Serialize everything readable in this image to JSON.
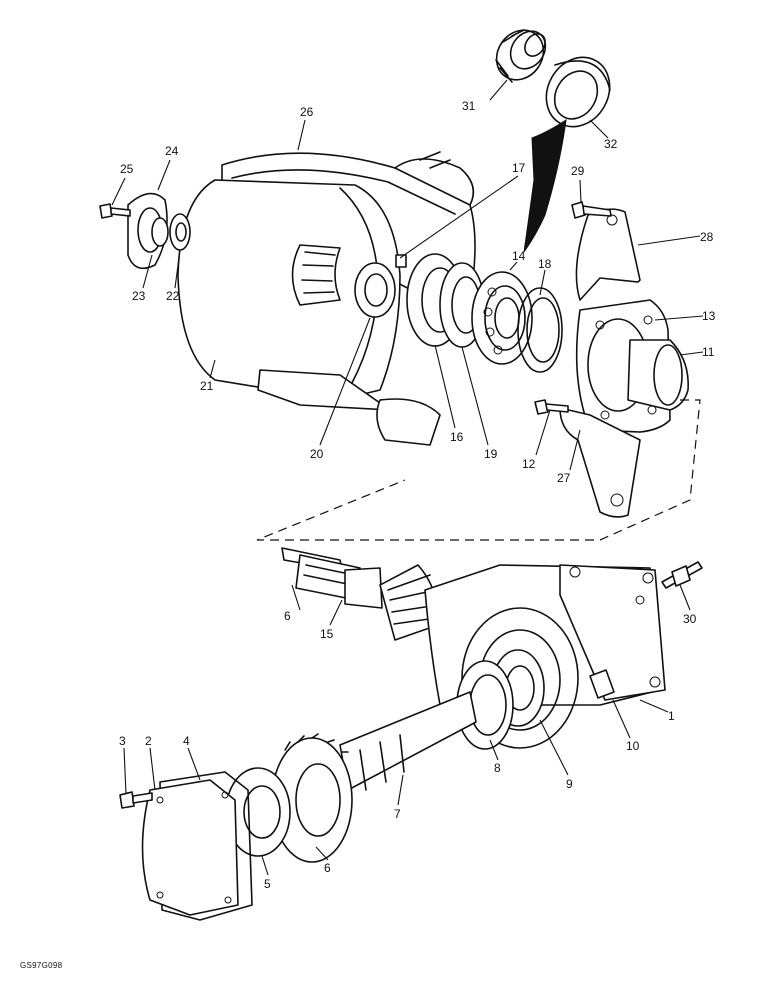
{
  "figure_ref": "GS97G098",
  "callouts": [
    {
      "label": "1"
    },
    {
      "label": "2"
    },
    {
      "label": "3"
    },
    {
      "label": "4"
    },
    {
      "label": "5"
    },
    {
      "label": "6"
    },
    {
      "label": "6"
    },
    {
      "label": "7"
    },
    {
      "label": "8"
    },
    {
      "label": "9"
    },
    {
      "label": "10"
    },
    {
      "label": "11"
    },
    {
      "label": "12"
    },
    {
      "label": "13"
    },
    {
      "label": "14"
    },
    {
      "label": "15"
    },
    {
      "label": "16"
    },
    {
      "label": "17"
    },
    {
      "label": "18"
    },
    {
      "label": "19"
    },
    {
      "label": "20"
    },
    {
      "label": "21"
    },
    {
      "label": "22"
    },
    {
      "label": "23"
    },
    {
      "label": "24"
    },
    {
      "label": "25"
    },
    {
      "label": "26"
    },
    {
      "label": "27"
    },
    {
      "label": "28"
    },
    {
      "label": "29"
    },
    {
      "label": "30"
    },
    {
      "label": "31"
    },
    {
      "label": "32"
    }
  ]
}
